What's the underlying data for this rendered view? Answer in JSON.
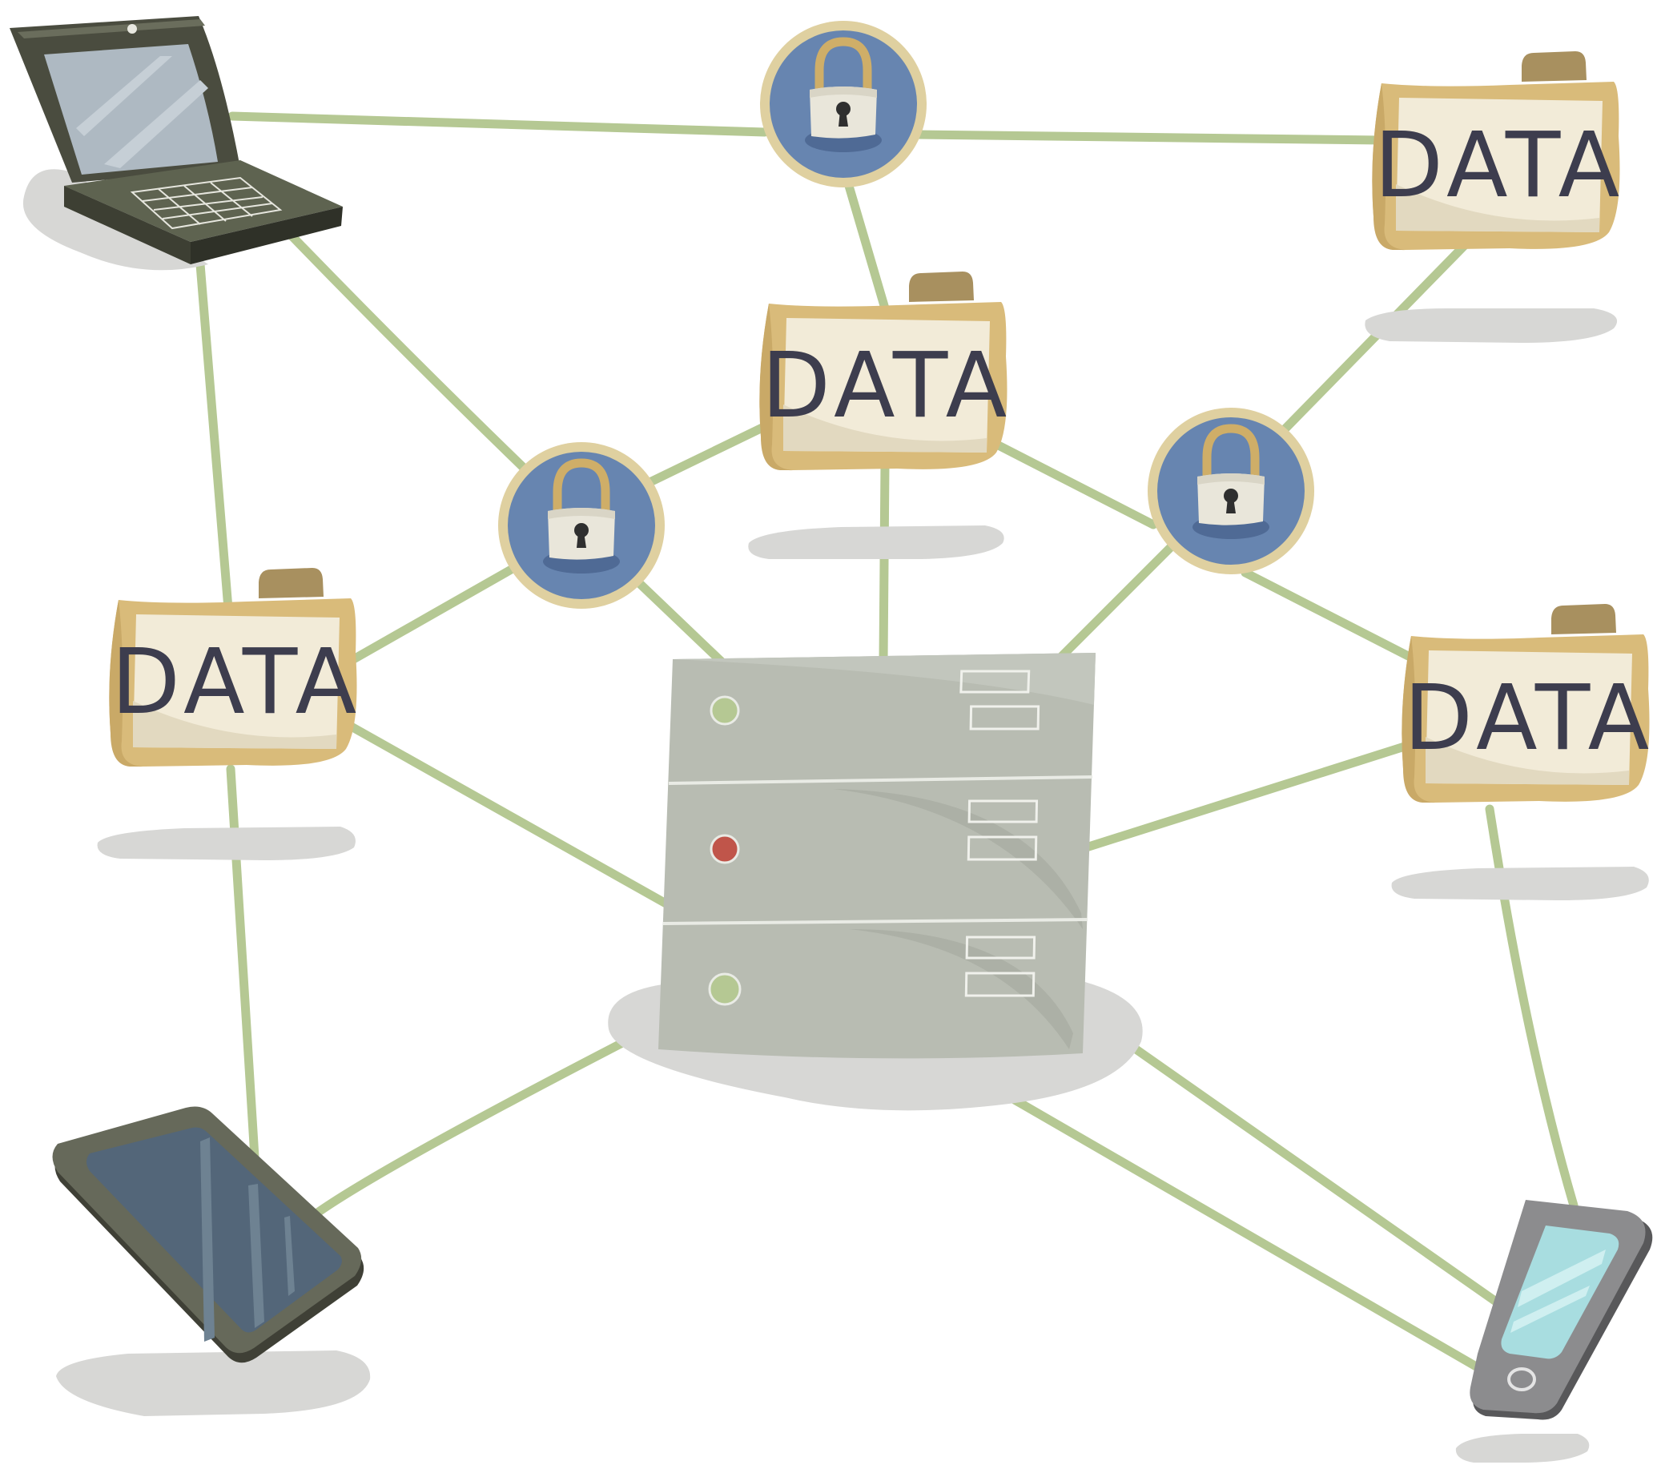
{
  "folders": [
    {
      "id": "top-right",
      "label": "DATA"
    },
    {
      "id": "center-top",
      "label": "DATA"
    },
    {
      "id": "left",
      "label": "DATA"
    },
    {
      "id": "right",
      "label": "DATA"
    }
  ],
  "locks": [
    {
      "id": "top"
    },
    {
      "id": "left"
    },
    {
      "id": "right"
    }
  ],
  "server": {
    "status_lights": [
      "green",
      "red",
      "green"
    ]
  },
  "devices": [
    "laptop",
    "tablet",
    "smartphone"
  ],
  "colors": {
    "connector": "#b5c893",
    "folder": "#d9bb7a",
    "folder_tab": "#a8905f",
    "label_paper": "#f2ebd8",
    "lock_circle": "#6785b0",
    "lock_ring": "#dfd0a0",
    "server": "#b8bcb2",
    "shadow": "#d7d7d5",
    "light_green": "#b5c893",
    "light_red": "#c0554a"
  }
}
